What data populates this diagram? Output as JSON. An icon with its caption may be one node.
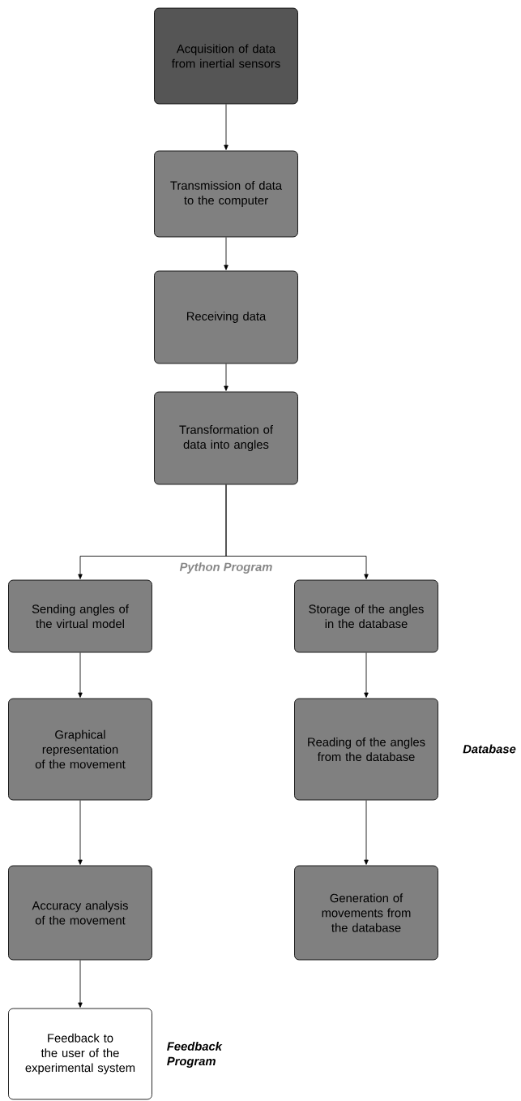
{
  "diagram": {
    "nodes": [
      {
        "text": [
          "Acquisition of data from inertial sensors"
        ]
      },
      {
        "text": [
          "Transmission of data to the computer"
        ]
      },
      {
        "text": [
          "Receiving data"
        ]
      },
      {
        "text": [
          "Transformation of data into angles"
        ]
      },
      {
        "text": [
          "Sending angles of the virtual model"
        ]
      },
      {
        "text": [
          "Storage of the angles in the database"
        ]
      },
      {
        "text": [
          "Graphical representation of the movement"
        ]
      },
      {
        "text": [
          "Reading of the angles from the database"
        ]
      },
      {
        "text": [
          "Accuracy analysis of the movement"
        ]
      },
      {
        "text": [
          "Generation of movements from the database"
        ]
      },
      {
        "text": [
          "Feedback to the user of the experimental system"
        ]
      }
    ],
    "edges": [
      {
        "from": 0,
        "to": 1,
        "arrow": "to"
      },
      {
        "from": 1,
        "to": 2,
        "arrow": "to"
      },
      {
        "from": 2,
        "to": 3,
        "arrow": "to"
      },
      {
        "from": 3,
        "to": 4,
        "arrow": "to"
      },
      {
        "from": 3,
        "to": 5,
        "arrow": "to"
      },
      {
        "from": 4,
        "to": 6,
        "arrow": "to"
      },
      {
        "from": 6,
        "to": 8,
        "arrow": "to"
      },
      {
        "from": 8,
        "to": 10,
        "arrow": "to"
      },
      {
        "from": 5,
        "to": 7,
        "arrow": "to"
      },
      {
        "from": 7,
        "to": 9,
        "arrow": "to"
      }
    ],
    "labels": [
      "Python Program",
      "Database",
      "Feedback Program"
    ]
  }
}
